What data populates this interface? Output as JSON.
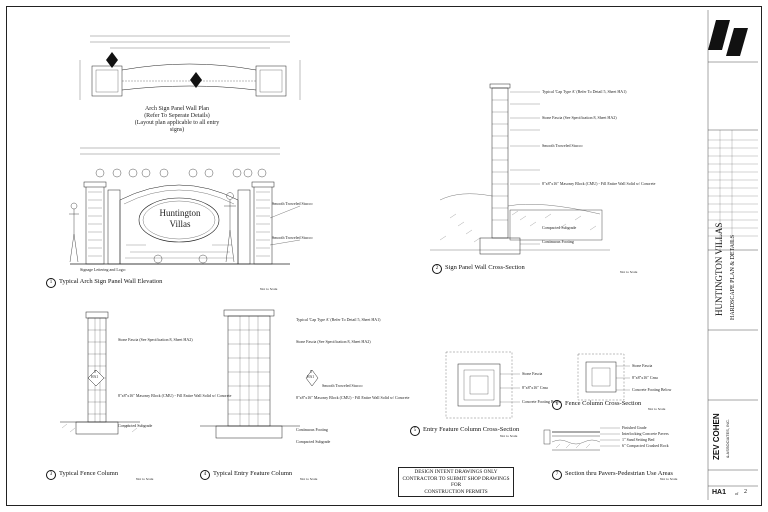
{
  "plan": {
    "title": "Arch Sign Panel Wall Plan",
    "note1": "(Refer To Seperate Details)",
    "note2": "(Layout plan applicable to all entry",
    "note3": "signs)"
  },
  "sign": {
    "line1": "Huntington",
    "line2": "Villas"
  },
  "views": {
    "v1": {
      "num": "1",
      "title": "Typical Arch Sign Panel Wall Elevation",
      "scale": "Not to Scale"
    },
    "v2": {
      "num": "2",
      "title": "Sign Panel Wall Cross-Section",
      "scale": "Not to Scale"
    },
    "v3": {
      "num": "3",
      "title": "Typical Fence Column",
      "scale": "Not to Scale"
    },
    "v4": {
      "num": "4",
      "title": "Typical Entry Feature Column",
      "scale": "Not to Scale"
    },
    "v5": {
      "num": "5",
      "title": "Entry Feature Column Cross-Section",
      "scale": "Not to Scale"
    },
    "v6": {
      "num": "6",
      "title": "Fence Column Cross-Section",
      "scale": "Not to Scale"
    },
    "v7": {
      "num": "7",
      "title": "Section thru Pavers-Pedestrian Use Areas",
      "scale": "Not to Scale"
    }
  },
  "callouts": {
    "h1": "HA1",
    "h2": "HA1",
    "n8": "8",
    "n5": "5"
  },
  "notes": {
    "signage": "Signage Lettering and Logo:",
    "smooth_stucco": "Smooth Troweled Stucco",
    "stone_veneer": "Stone Fascia (See Specification 8, Sheet HA2)",
    "cap": "Typical 'Cap Type A' (Refer To Detail 5, Sheet HA1)",
    "cmu": "8\"x8\"x16\" Masonry Block (CMU) - Fill Entire Wall Solid w/ Concrete",
    "footing": "Continuous Footing",
    "compacted": "Compacted Subgrade",
    "finish_grade": "Finished Grade",
    "paver": "Interlocking Concrete Pavers",
    "sand": "1\" Sand Setting Bed",
    "base": "6\" Compacted Crushed Rock",
    "stone_fascia": "Stone Fascia",
    "cmu_core": "8\"x8\"x16\" Cmu",
    "conc_footing": "Concrete Footing Below"
  },
  "intent": {
    "l1": "DESIGN INTENT DRAWINGS ONLY",
    "l2": "CONTRACTOR TO SUBMIT SHOP DRAWINGS FOR",
    "l3": "CONSTRUCTION PERMITS"
  },
  "titleblock": {
    "project": "HUNTINGTON VILLAS",
    "sheet_title": "HARDSCAPE PLAN & DETAILS",
    "firm": "ZEV COHEN",
    "firm_sub": "& ASSOCIATES, INC.",
    "sheet_no": "HA1",
    "of": "of",
    "total": "2"
  }
}
